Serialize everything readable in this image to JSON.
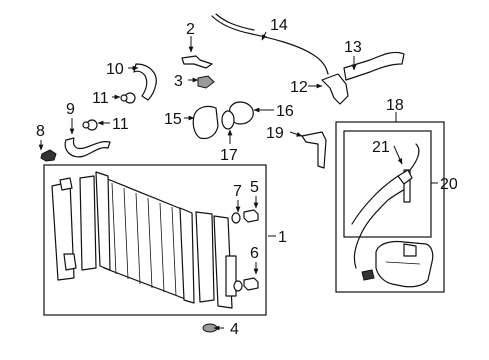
{
  "callouts": {
    "c1": "1",
    "c2": "2",
    "c3": "3",
    "c4": "4",
    "c5": "5",
    "c6": "6",
    "c7": "7",
    "c8": "8",
    "c9": "9",
    "c10": "10",
    "c11a": "11",
    "c11b": "11",
    "c12": "12",
    "c13": "13",
    "c14": "14",
    "c15": "15",
    "c16": "16",
    "c17": "17",
    "c18": "18",
    "c19": "19",
    "c20": "20",
    "c21": "21"
  }
}
